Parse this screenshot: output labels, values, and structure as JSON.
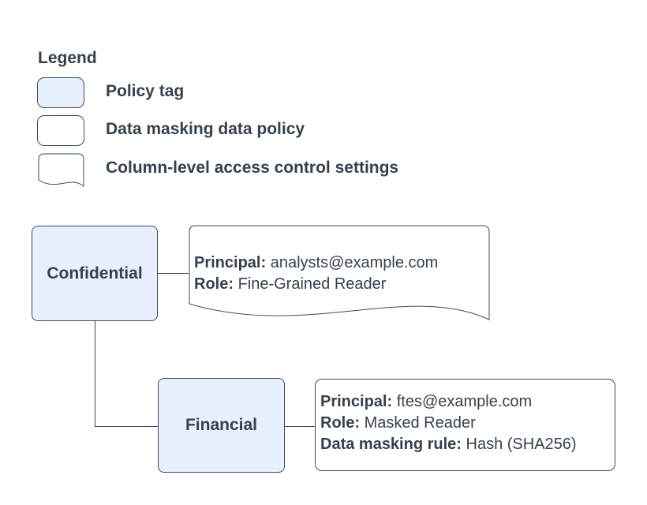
{
  "colors": {
    "policy_tag_fill": "#e8f0fe",
    "shape_stroke": "#3e4a5c",
    "text": "#36404e",
    "document_fill": "#ffffff"
  },
  "legend": {
    "title": "Legend",
    "items": [
      {
        "swatch": "policy-tag-swatch",
        "label": "Policy tag"
      },
      {
        "swatch": "data-masking-policy-swatch",
        "label": "Data masking data policy"
      },
      {
        "swatch": "column-access-settings-swatch",
        "label": "Column-level access control settings"
      }
    ]
  },
  "diagram": {
    "nodes": {
      "confidential": {
        "label": "Confidential"
      },
      "financial": {
        "label": "Financial"
      }
    },
    "column_access_settings": {
      "principal_label": "Principal:",
      "principal_value": "analysts@example.com",
      "role_label": "Role:",
      "role_value": "Fine-Grained Reader"
    },
    "data_masking_policy": {
      "principal_label": "Principal:",
      "principal_value": "ftes@example.com",
      "role_label": "Role:",
      "role_value": "Masked Reader",
      "masking_rule_label": "Data masking rule:",
      "masking_rule_value": "Hash (SHA256)"
    }
  }
}
